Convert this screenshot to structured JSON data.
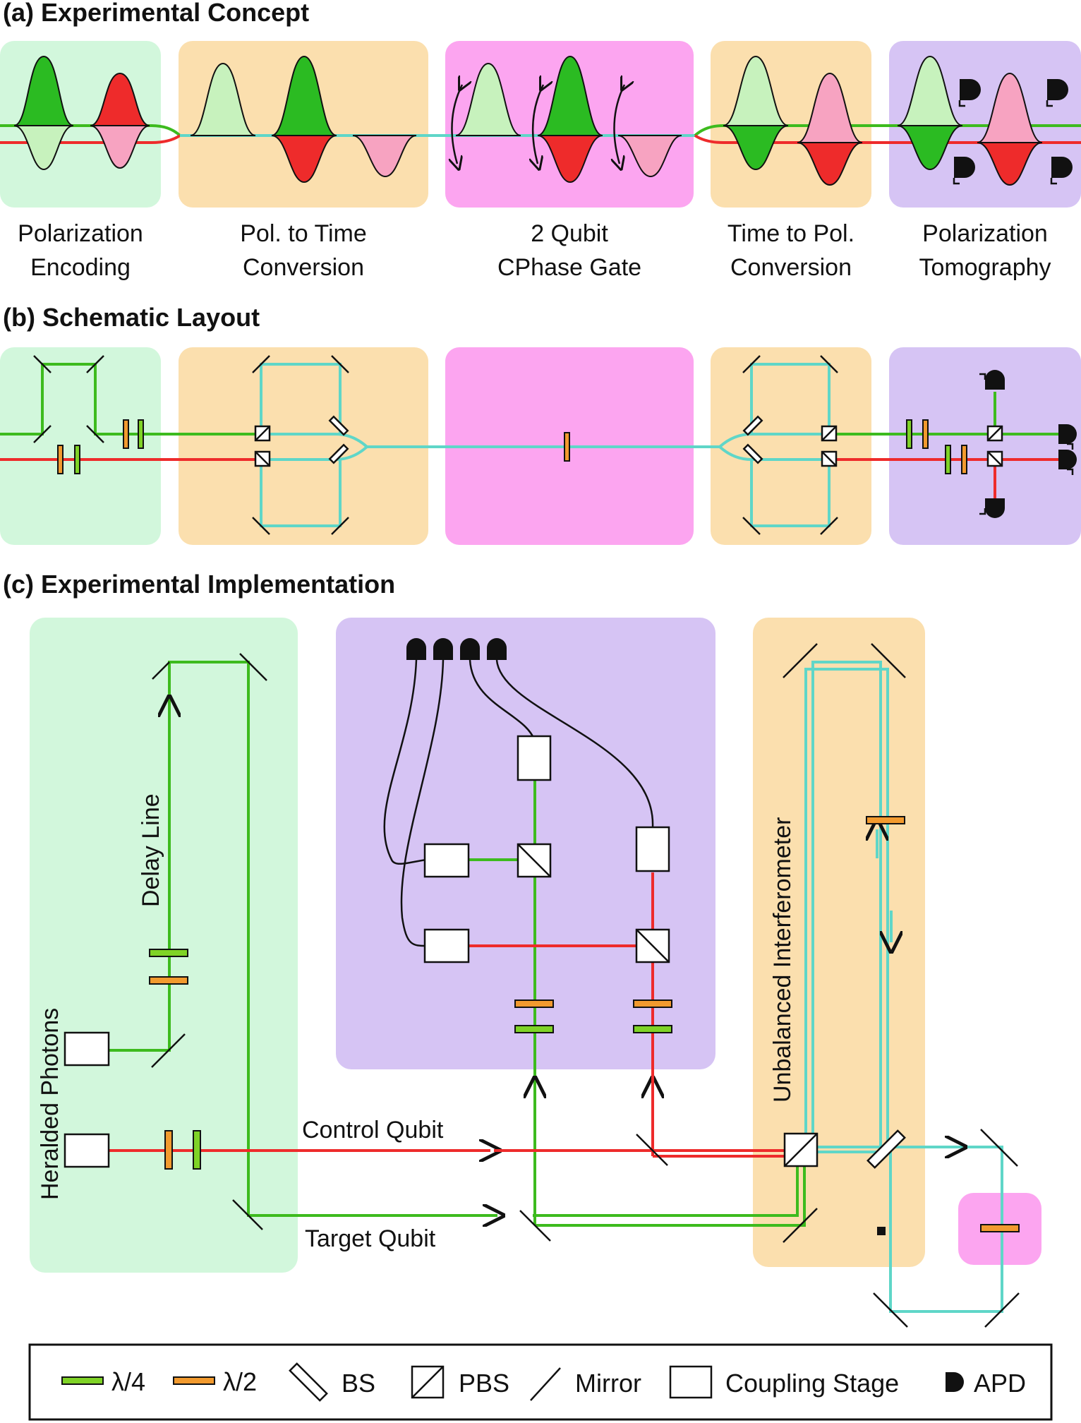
{
  "panels": {
    "a": {
      "title": "(a) Experimental Concept"
    },
    "b": {
      "title": "(b) Schematic Layout"
    },
    "c": {
      "title": "(c) Experimental Implementation"
    }
  },
  "stages": [
    {
      "line1": "Polarization",
      "line2": "Encoding",
      "color": "#d2f7dc"
    },
    {
      "line1": "Pol. to Time",
      "line2": "Conversion",
      "color": "#fbdfae"
    },
    {
      "line1": "2 Qubit",
      "line2": "CPhase Gate",
      "color": "#fca5f0"
    },
    {
      "line1": "Time to Pol.",
      "line2": "Conversion",
      "color": "#fbdfae"
    },
    {
      "line1": "Polarization",
      "line2": "Tomography",
      "color": "#d6c4f4"
    }
  ],
  "implementation": {
    "heralded_photons": "Heralded Photons",
    "delay_line": "Delay Line",
    "control_qubit": "Control Qubit",
    "target_qubit": "Target Qubit",
    "unbalanced_interferometer": "Unbalanced Interferometer"
  },
  "legend": {
    "quarter_wave": "λ/4",
    "half_wave": "λ/2",
    "bs": "BS",
    "pbs": "PBS",
    "mirror": "Mirror",
    "coupling_stage": "Coupling Stage",
    "apd": "APD"
  },
  "colors": {
    "target_green": "#3dbb1e",
    "control_red": "#ee2b2b",
    "time_bin_cyan": "#5fd6c8",
    "quarter_wave_plate": "#7fd326",
    "half_wave_plate": "#f29a2e",
    "green_zone": "#d2f7dc",
    "orange_zone": "#fbdfae",
    "pink_zone": "#fca5f0",
    "purple_zone": "#d6c4f4"
  }
}
